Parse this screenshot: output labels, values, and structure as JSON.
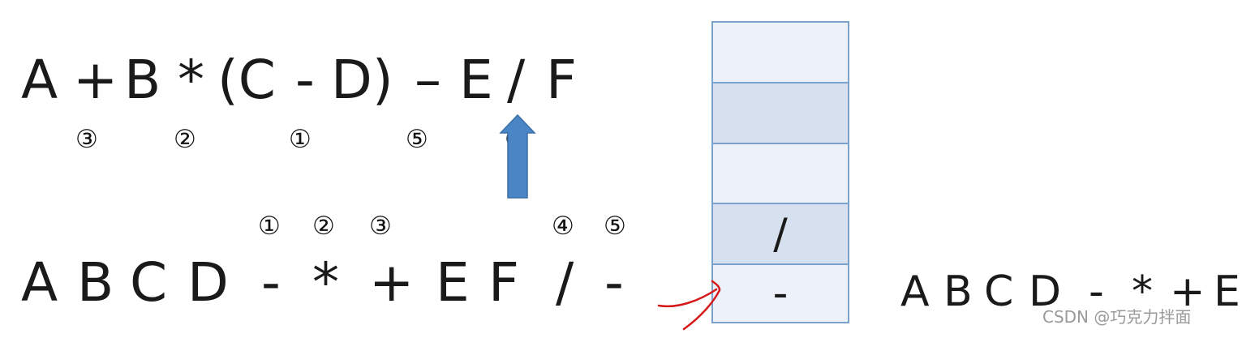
{
  "infix": {
    "tokens": [
      "A",
      "+",
      "B",
      "*",
      "(C",
      "-",
      "D)",
      "–",
      "E",
      "/",
      "F"
    ],
    "order_marks": [
      "③",
      "②",
      "①",
      "⑤",
      "④"
    ]
  },
  "postfix": {
    "tokens": [
      "A",
      "B",
      "C",
      "D",
      "-",
      "*",
      "+",
      "E",
      "F",
      "/",
      "-"
    ],
    "order_marks": [
      "①",
      "②",
      "③",
      "④",
      "⑤"
    ]
  },
  "stack": {
    "cells": [
      "",
      "",
      "",
      "/",
      "-"
    ]
  },
  "output": {
    "tokens": [
      "A",
      "B",
      "C",
      "D",
      "-",
      "*",
      "+",
      "E"
    ]
  },
  "watermark": "CSDN @巧克力拌面",
  "colors": {
    "stack_border": "#7aa2cc",
    "stack_light": "#edf1fa",
    "stack_dark": "#d6e0ef",
    "arrow_blue": "#4a86c5",
    "red_mark": "#d41a1a"
  }
}
